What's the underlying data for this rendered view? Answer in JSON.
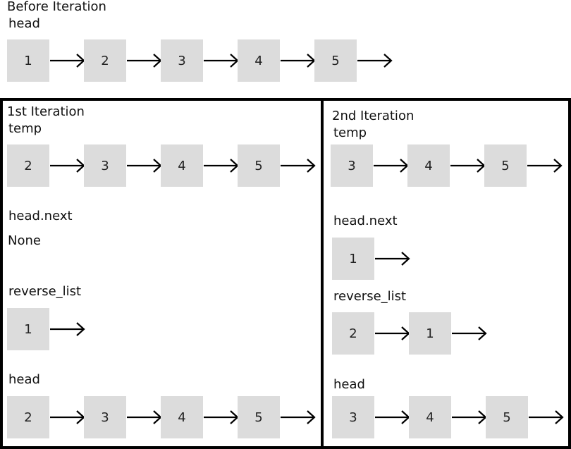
{
  "before": {
    "title": "Before Iteration",
    "head_label": "head",
    "head_nodes": [
      "1",
      "2",
      "3",
      "4",
      "5"
    ]
  },
  "iter1": {
    "title": "1st Iteration",
    "temp_label": "temp",
    "temp_nodes": [
      "2",
      "3",
      "4",
      "5"
    ],
    "head_next_label": "head.next",
    "head_next_value": "None",
    "reverse_label": "reverse_list",
    "reverse_nodes": [
      "1"
    ],
    "head_label": "head",
    "head_nodes": [
      "2",
      "3",
      "4",
      "5"
    ]
  },
  "iter2": {
    "title": "2nd Iteration",
    "temp_label": "temp",
    "temp_nodes": [
      "3",
      "4",
      "5"
    ],
    "head_next_label": "head.next",
    "head_next_nodes": [
      "1"
    ],
    "reverse_label": "reverse_list",
    "reverse_nodes": [
      "2",
      "1"
    ],
    "head_label": "head",
    "head_nodes": [
      "3",
      "4",
      "5"
    ]
  },
  "colors": {
    "node_fill": "#dcdcdc",
    "border": "#000000"
  }
}
